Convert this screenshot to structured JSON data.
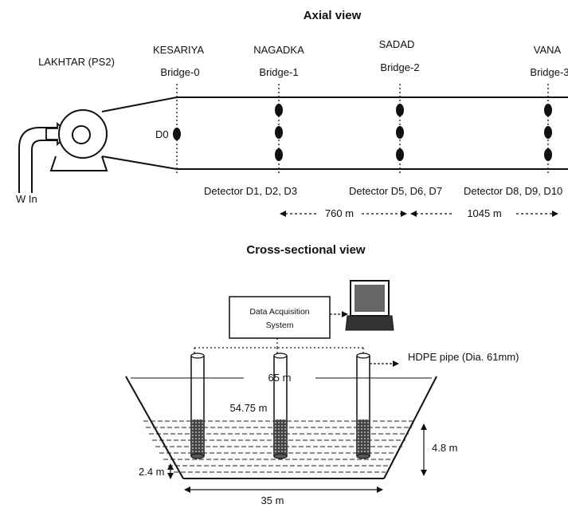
{
  "axial": {
    "title": "Axial view",
    "pump_station": "LAKHTAR (PS2)",
    "inlet_label": "W      In",
    "bridges": [
      {
        "place": "KESARIYA",
        "bridge": "Bridge-0"
      },
      {
        "place": "NAGADKA",
        "bridge": "Bridge-1"
      },
      {
        "place": "SADAD",
        "bridge": "Bridge-2"
      },
      {
        "place": "VANA",
        "bridge": "Bridge-3"
      }
    ],
    "d0_label": "D0",
    "detector_groups": [
      "Detector D1, D2, D3",
      "Detector D5, D6, D7",
      "Detector D8, D9, D10"
    ],
    "distances": [
      "760 m",
      "1045 m"
    ]
  },
  "cross": {
    "title": "Cross-sectional view",
    "daq_label_line1": "Data Acquisition",
    "daq_label_line2": "System",
    "pipe_label": "HDPE pipe (Dia. 61mm)",
    "top_width": "65 m",
    "water_width": "54.75 m",
    "depth": "4.8 m",
    "bottom_height": "2.4 m",
    "bottom_width": "35 m"
  }
}
